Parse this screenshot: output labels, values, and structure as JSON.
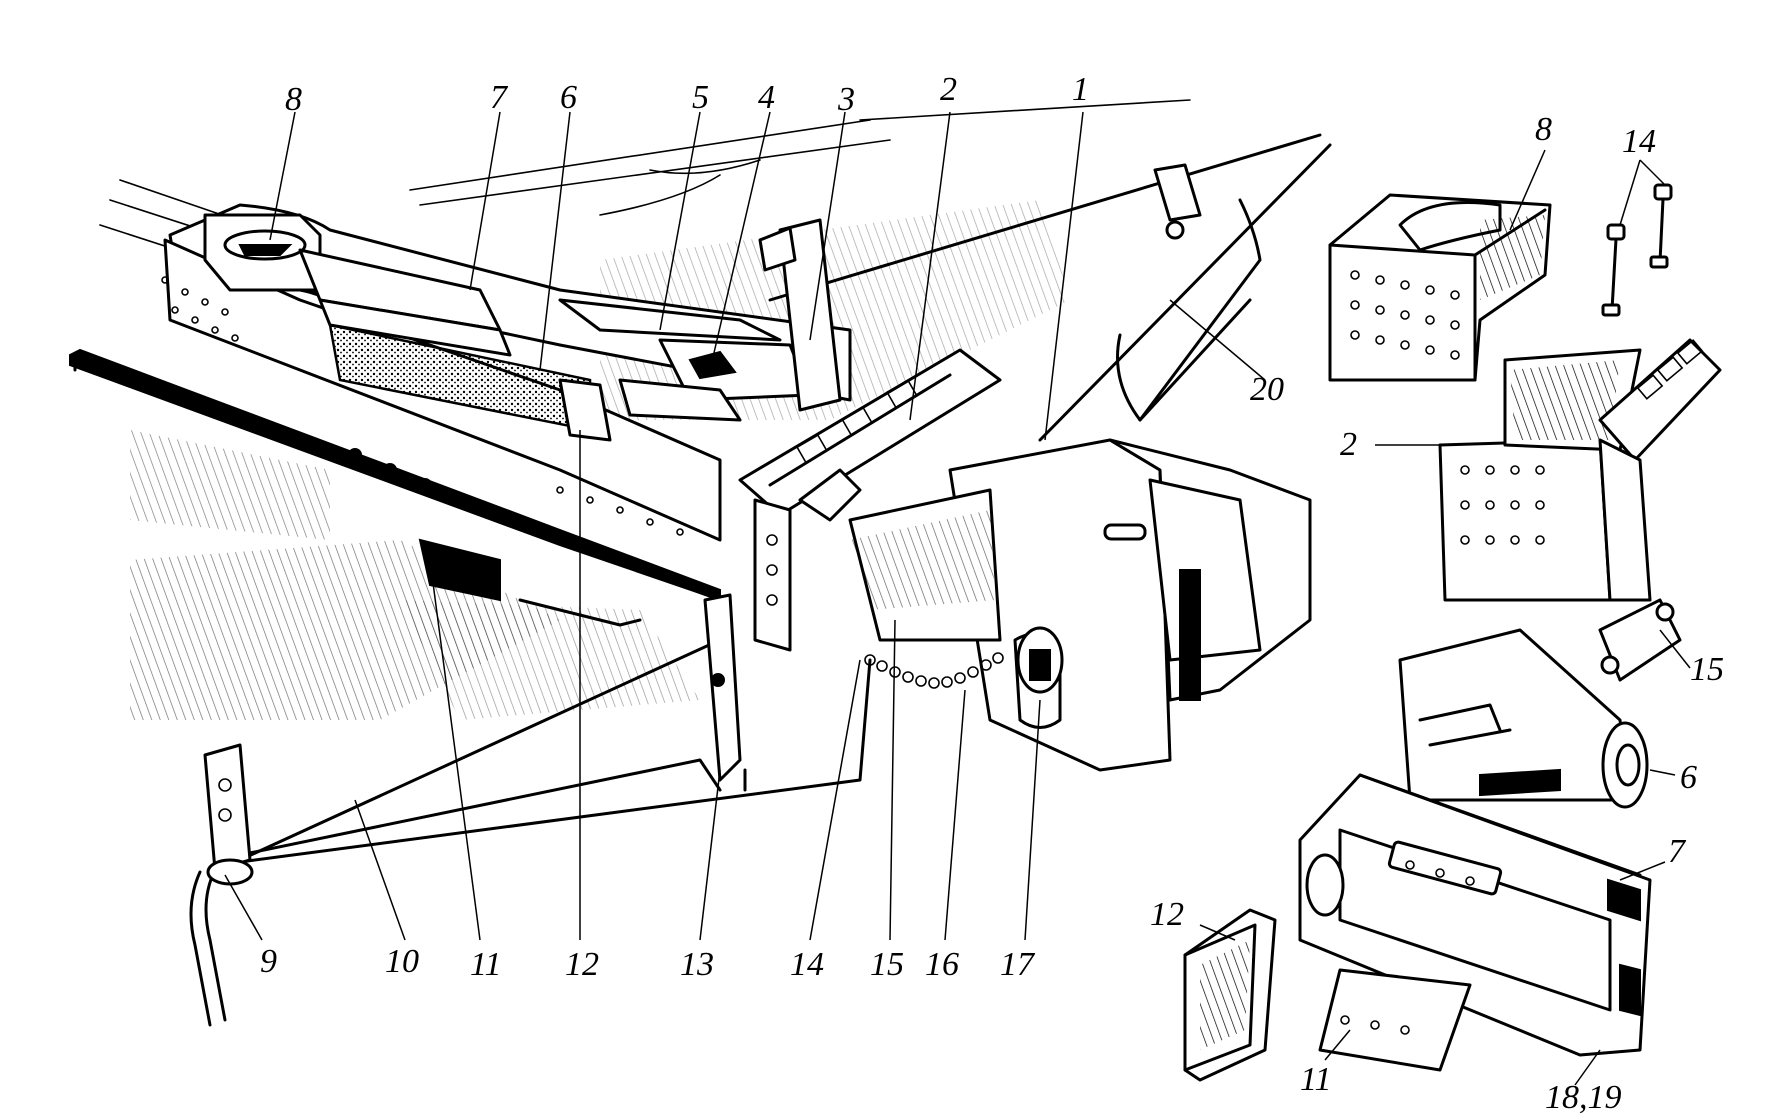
{
  "callouts": [
    {
      "id": "c1",
      "text": "1"
    },
    {
      "id": "c2",
      "text": "2"
    },
    {
      "id": "c3",
      "text": "3"
    },
    {
      "id": "c4",
      "text": "4"
    },
    {
      "id": "c5",
      "text": "5"
    },
    {
      "id": "c6",
      "text": "6"
    },
    {
      "id": "c7",
      "text": "7"
    },
    {
      "id": "c8",
      "text": "8"
    },
    {
      "id": "c9",
      "text": "9"
    },
    {
      "id": "c10",
      "text": "10"
    },
    {
      "id": "c11",
      "text": "11"
    },
    {
      "id": "c12",
      "text": "12"
    },
    {
      "id": "c13",
      "text": "13"
    },
    {
      "id": "c14",
      "text": "14"
    },
    {
      "id": "c15",
      "text": "15"
    },
    {
      "id": "c16",
      "text": "16"
    },
    {
      "id": "c17",
      "text": "17"
    },
    {
      "id": "c20",
      "text": "20"
    },
    {
      "id": "r8",
      "text": "8"
    },
    {
      "id": "r14",
      "text": "14"
    },
    {
      "id": "r2",
      "text": "2"
    },
    {
      "id": "r15",
      "text": "15"
    },
    {
      "id": "r6",
      "text": "6"
    },
    {
      "id": "r7",
      "text": "7"
    },
    {
      "id": "r12",
      "text": "12"
    },
    {
      "id": "r11",
      "text": "11"
    },
    {
      "id": "r1819",
      "text": "18,19"
    }
  ]
}
